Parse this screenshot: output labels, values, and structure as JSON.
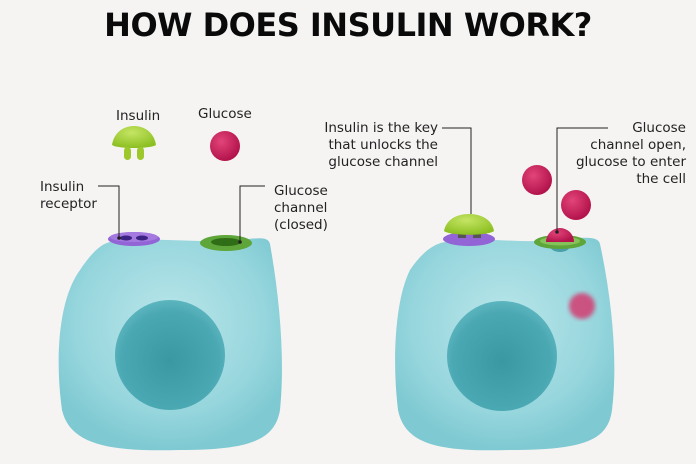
{
  "title": "HOW DOES INSULIN WORK?",
  "legend": {
    "insulin": "Insulin",
    "glucose": "Glucose"
  },
  "left_cell": {
    "receptor_label": [
      "Insulin",
      "receptor"
    ],
    "channel_label": [
      "Glucose",
      "channel",
      "(closed)"
    ]
  },
  "right_cell": {
    "key_label": [
      "Insulin is the key",
      "that unlocks the",
      "glucose channel"
    ],
    "open_label": [
      "Glucose",
      "channel open,",
      "glucose to enter",
      "the cell"
    ]
  },
  "colors": {
    "background": "#f6f4f3",
    "cell": "#8fd3da",
    "nucleus": "#3e9faa",
    "insulin": "#9ccb2f",
    "glucose": "#c8205a",
    "receptor": "#9264d6",
    "channel": "#4f9a2c"
  }
}
